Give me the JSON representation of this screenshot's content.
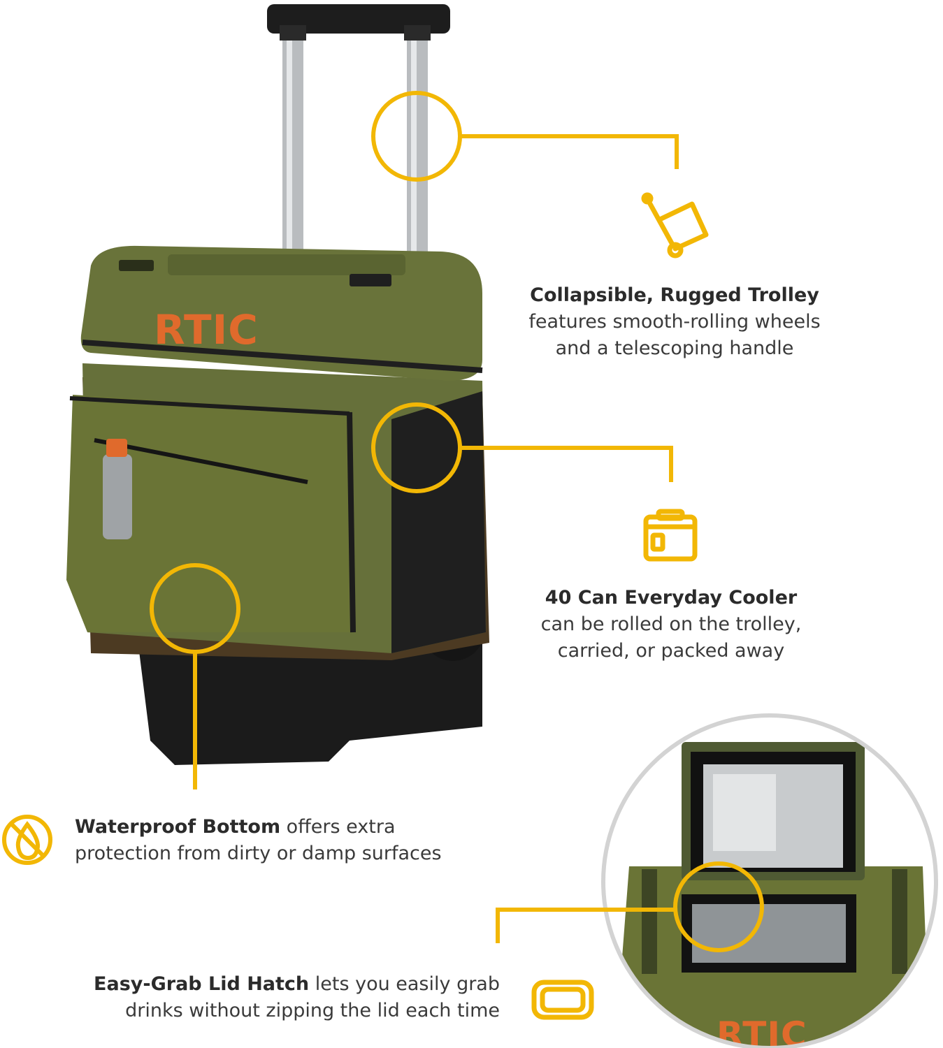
{
  "brand": {
    "logo_text": "RTIC",
    "accent_color": "#F2B705",
    "logo_color": "#E06A2C",
    "product_color": "#5F6A2E"
  },
  "features": [
    {
      "icon": "trolley-icon",
      "title": "Collapsible, Rugged Trolley",
      "line1": "features smooth-rolling wheels",
      "line2": "and a telescoping handle"
    },
    {
      "icon": "cooler-icon",
      "title": "40 Can Everyday Cooler",
      "line1": "can be rolled on the trolley,",
      "line2": "carried, or packed away"
    },
    {
      "icon": "no-water-icon",
      "title": "Waterproof Bottom",
      "title_suffix": " offers extra",
      "line2": "protection from dirty or damp surfaces"
    },
    {
      "icon": "lid-hatch-icon",
      "title": "Easy-Grab Lid Hatch",
      "title_suffix": " lets you easily grab",
      "line2": "drinks without zipping the lid each time"
    }
  ]
}
